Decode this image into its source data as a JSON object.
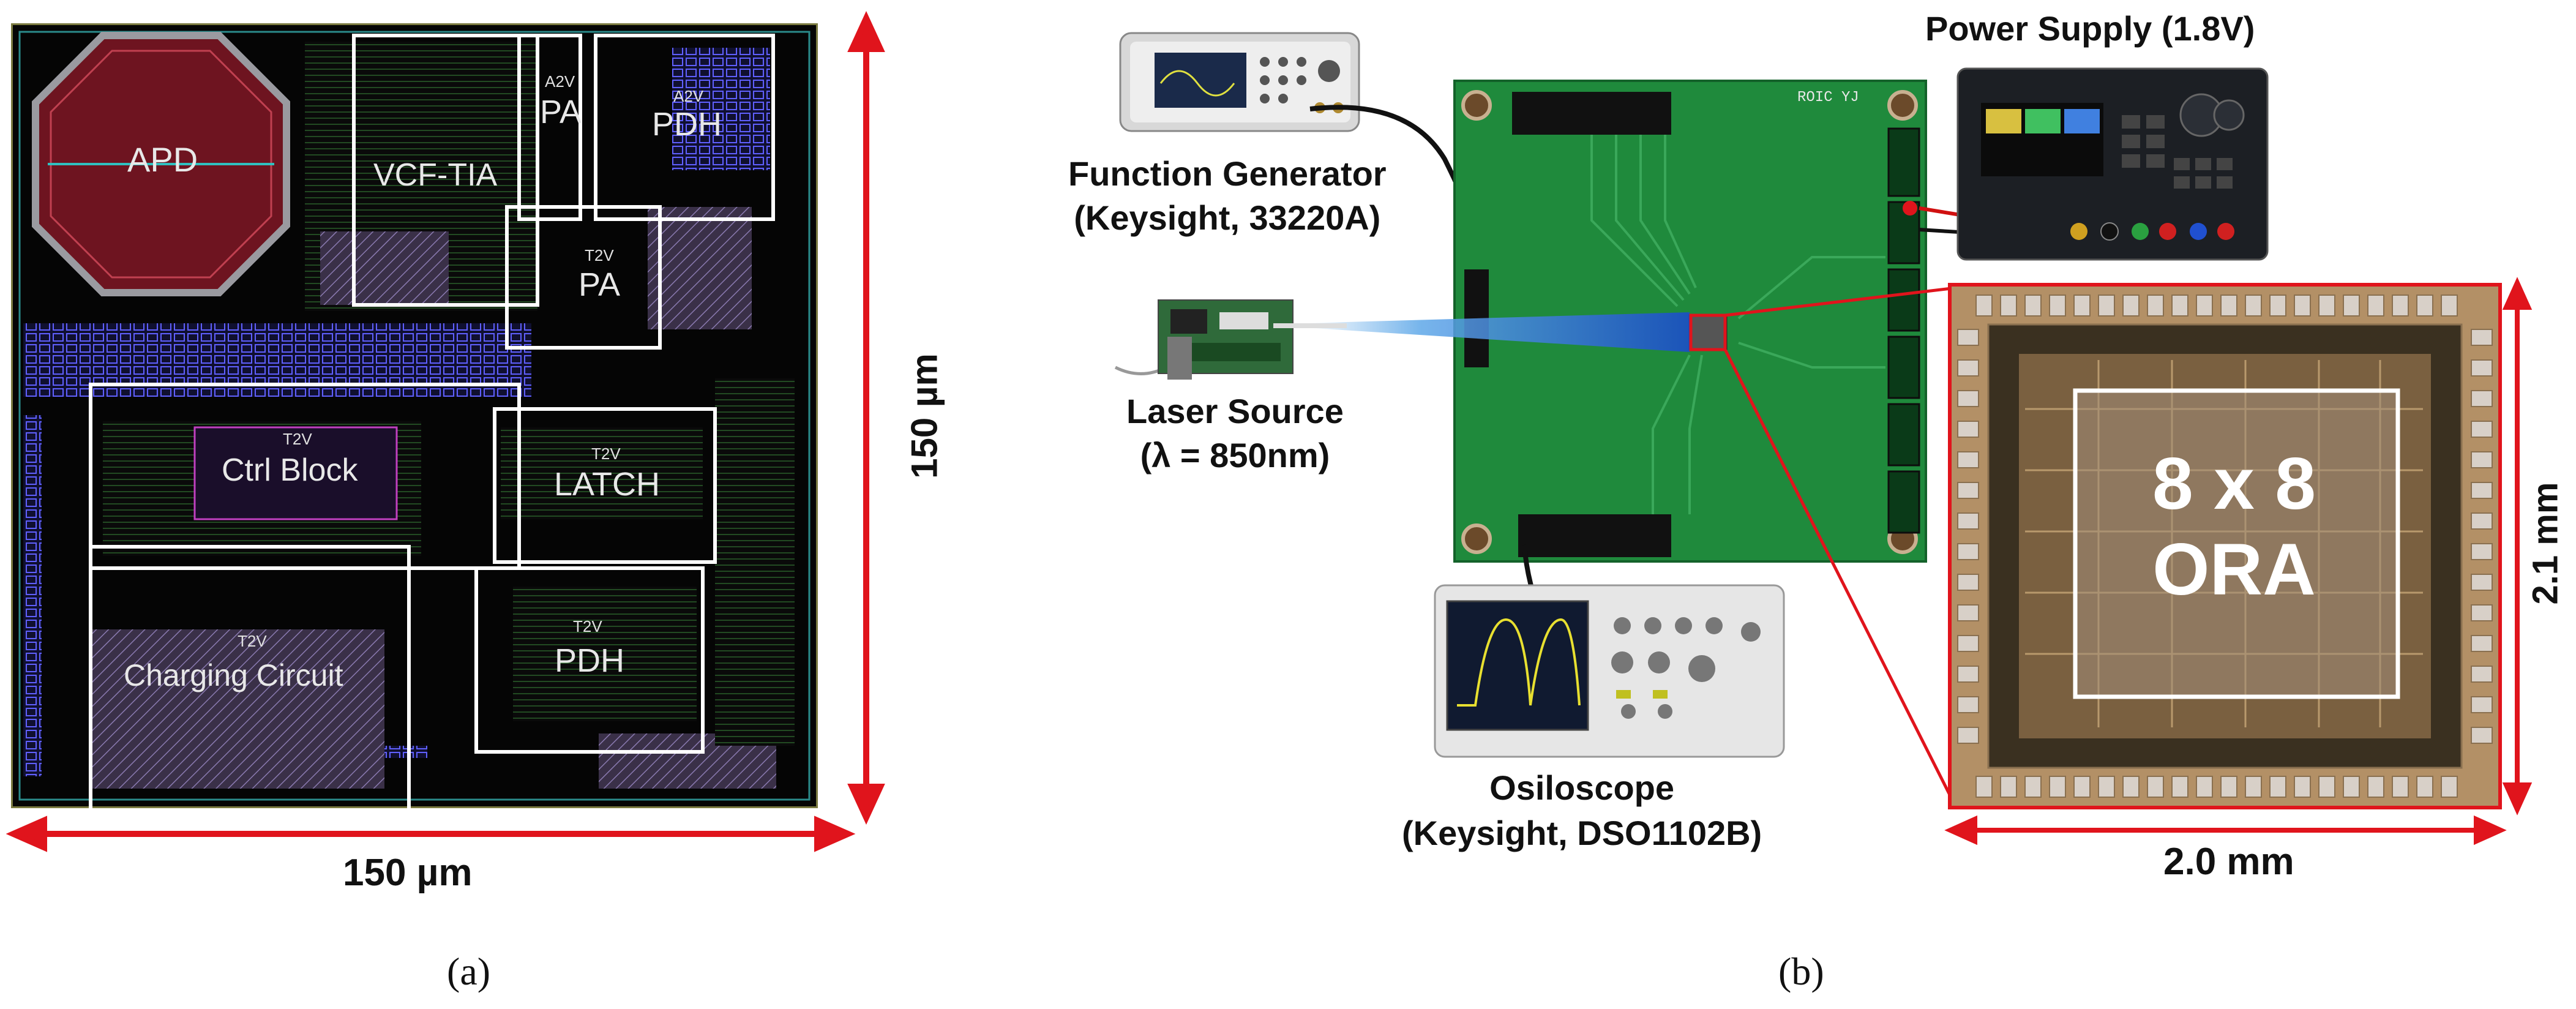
{
  "panel_a": {
    "caption": "(a)",
    "width_label": "150 µm",
    "height_label": "150 µm",
    "blocks": {
      "apd": "APD",
      "vcf_tia": "VCF-TIA",
      "pa_top": "PA",
      "pdh_top": "PDH",
      "pa_mid": "PA",
      "ctrl_block": "Ctrl Block",
      "latch": "LATCH",
      "charging_circuit": "Charging Circuit",
      "pdh_bottom": "PDH"
    },
    "sublabels": {
      "a2v_pa": "A2V",
      "a2v_pdh": "A2V",
      "t2v_pa": "T2V",
      "t2v_ctrl": "T2V",
      "t2v_latch": "T2V",
      "t2v_charge": "T2V",
      "t2v_pdh": "T2V"
    }
  },
  "panel_b": {
    "caption": "(b)",
    "function_generator": {
      "line1": "Function Generator",
      "line2": "(Keysight, 33220A)"
    },
    "laser_source": {
      "line1": "Laser Source",
      "line2": "(λ = 850nm)"
    },
    "power_supply": "Power Supply (1.8V)",
    "oscilloscope": {
      "line1": "Osiloscope",
      "line2": "(Keysight, DSO1102B)"
    },
    "board_label": "ROIC YJ",
    "chip": {
      "line1": "8 x 8",
      "line2": "ORA",
      "width_label": "2.0 mm",
      "height_label": "2.1 mm"
    }
  },
  "colors": {
    "arrow_red": "#e0141c",
    "layout_bg": "#050505",
    "apd_fill": "#6e1420",
    "pcb_green": "#1f8a3c",
    "die_gold": "#b49468"
  }
}
